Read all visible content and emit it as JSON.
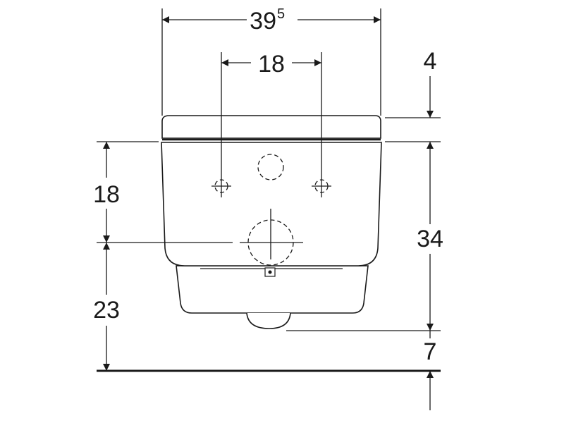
{
  "dimensions": {
    "overall_width": "39",
    "overall_width_sup": "5",
    "bolt_spacing": "18",
    "rim_height": "4",
    "bolt_to_outlet": "18",
    "outlet_height": "23",
    "bowl_height": "34",
    "bottom_offset": "7"
  }
}
